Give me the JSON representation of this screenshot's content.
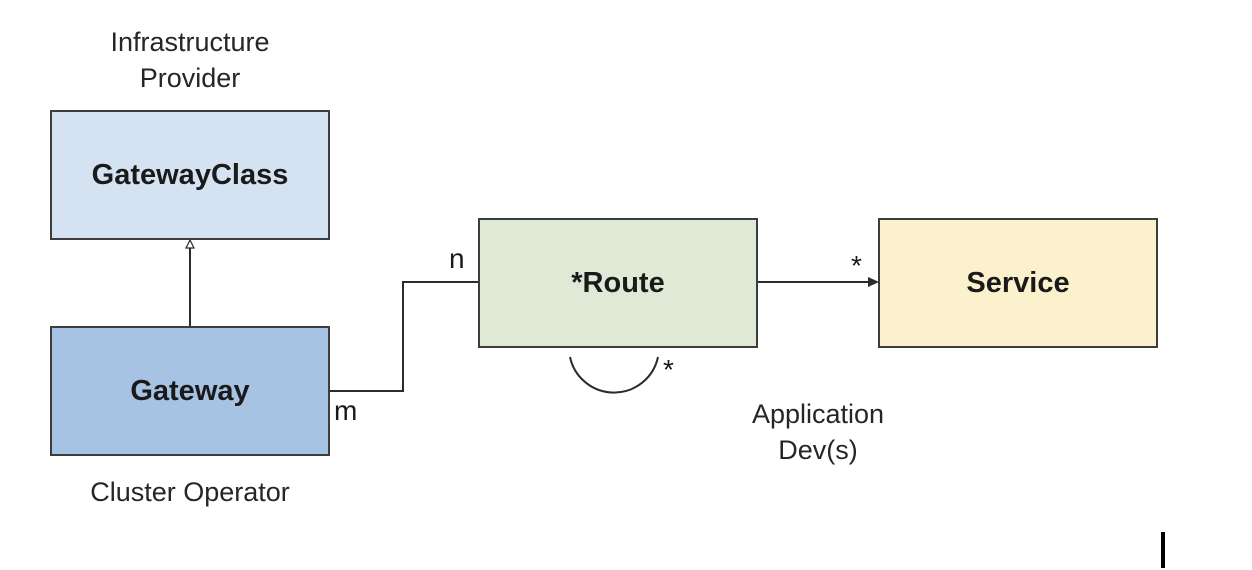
{
  "roles": {
    "infrastructure_provider": [
      "Infrastructure",
      "Provider"
    ],
    "cluster_operator": "Cluster Operator",
    "application_devs": [
      "Application",
      "Dev(s)"
    ]
  },
  "nodes": {
    "gateway_class": {
      "label": "GatewayClass",
      "fill": "#d4e2f1"
    },
    "gateway": {
      "label": "Gateway",
      "fill": "#a6c3e3"
    },
    "route": {
      "label": "*Route",
      "fill": "#deead6"
    },
    "service": {
      "label": "Service",
      "fill": "#fcf1cd"
    }
  },
  "multiplicities": {
    "gateway_route_gateway_end": "m",
    "gateway_route_route_end": "n",
    "route_service_service_end": "*",
    "route_self": "*"
  },
  "colors": {
    "stroke": "#3d3d3d",
    "connector": "#2b2b2b"
  }
}
